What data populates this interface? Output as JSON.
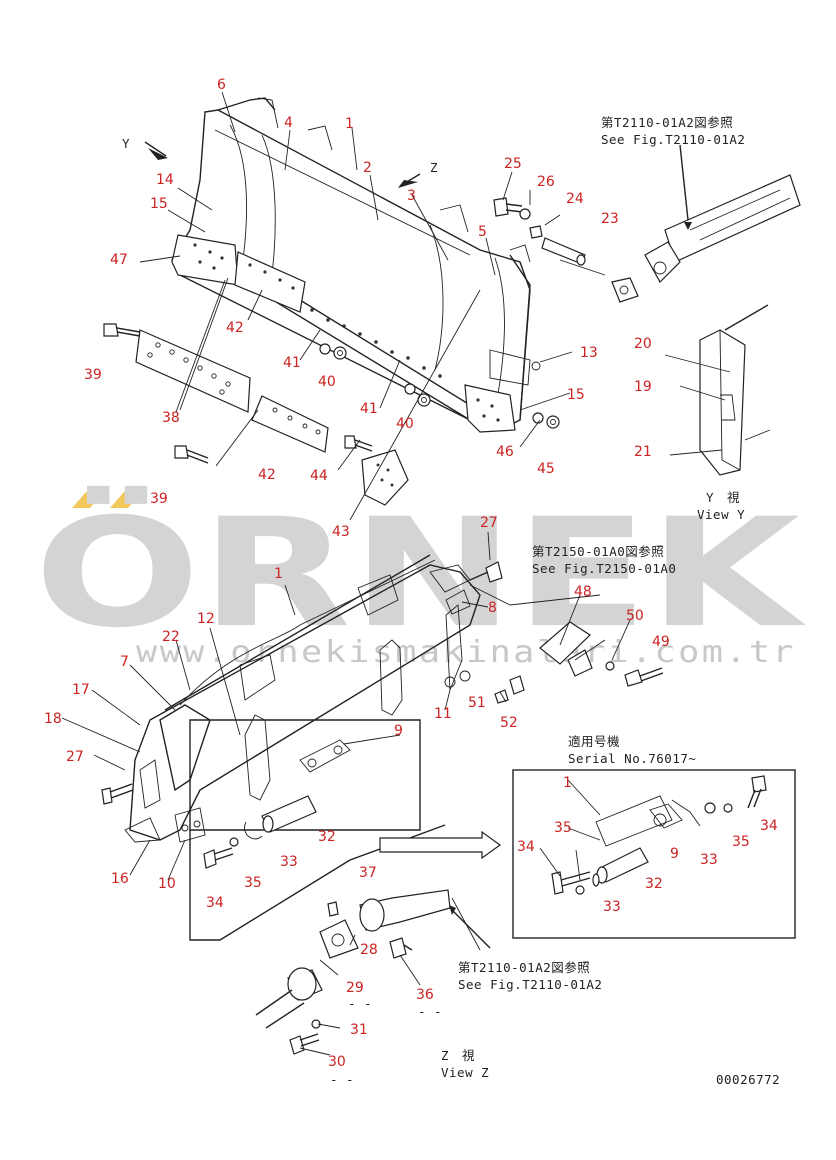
{
  "watermark": {
    "brand": "ÖRNEK",
    "url": "www.ornekismakinalari.com.tr",
    "accent_color": "#f2c75c",
    "text_color": "#d4d4d4"
  },
  "drawing_number": "00026772",
  "notes": {
    "ref_top_right_jp": "第T2110-01A2図参照",
    "ref_top_right_en": "See Fig.T2110-01A2",
    "ref_mid_jp": "第T2150-01A0図参照",
    "ref_mid_en": "See Fig.T2150-01A0",
    "ref_bottom_jp": "第T2110-01A2図参照",
    "ref_bottom_en": "See Fig.T2110-01A2",
    "serial_jp": "適用号機",
    "serial_en": "Serial No.76017~",
    "view_y_jp": "Y　視",
    "view_y_en": "View Y",
    "view_z_jp": "Z　視",
    "view_z_en": "View Z",
    "dash_a": "- -",
    "dash_b": "- -",
    "dash_c": "- -",
    "arrow_y": "Y",
    "arrow_z": "Z"
  },
  "callouts": [
    "1",
    "2",
    "3",
    "4",
    "5",
    "6",
    "14",
    "15",
    "47",
    "42",
    "41",
    "40",
    "39",
    "38",
    "41",
    "40",
    "42",
    "39",
    "44",
    "43",
    "25",
    "26",
    "24",
    "23",
    "13",
    "15",
    "46",
    "45",
    "20",
    "19",
    "21",
    "1",
    "12",
    "22",
    "7",
    "17",
    "18",
    "27",
    "16",
    "10",
    "34",
    "35",
    "33",
    "32",
    "37",
    "11",
    "9",
    "8",
    "27",
    "48",
    "50",
    "49",
    "51",
    "52",
    "1",
    "35",
    "9",
    "34",
    "33",
    "35",
    "34",
    "32",
    "33",
    "28",
    "29",
    "36",
    "31",
    "30"
  ]
}
